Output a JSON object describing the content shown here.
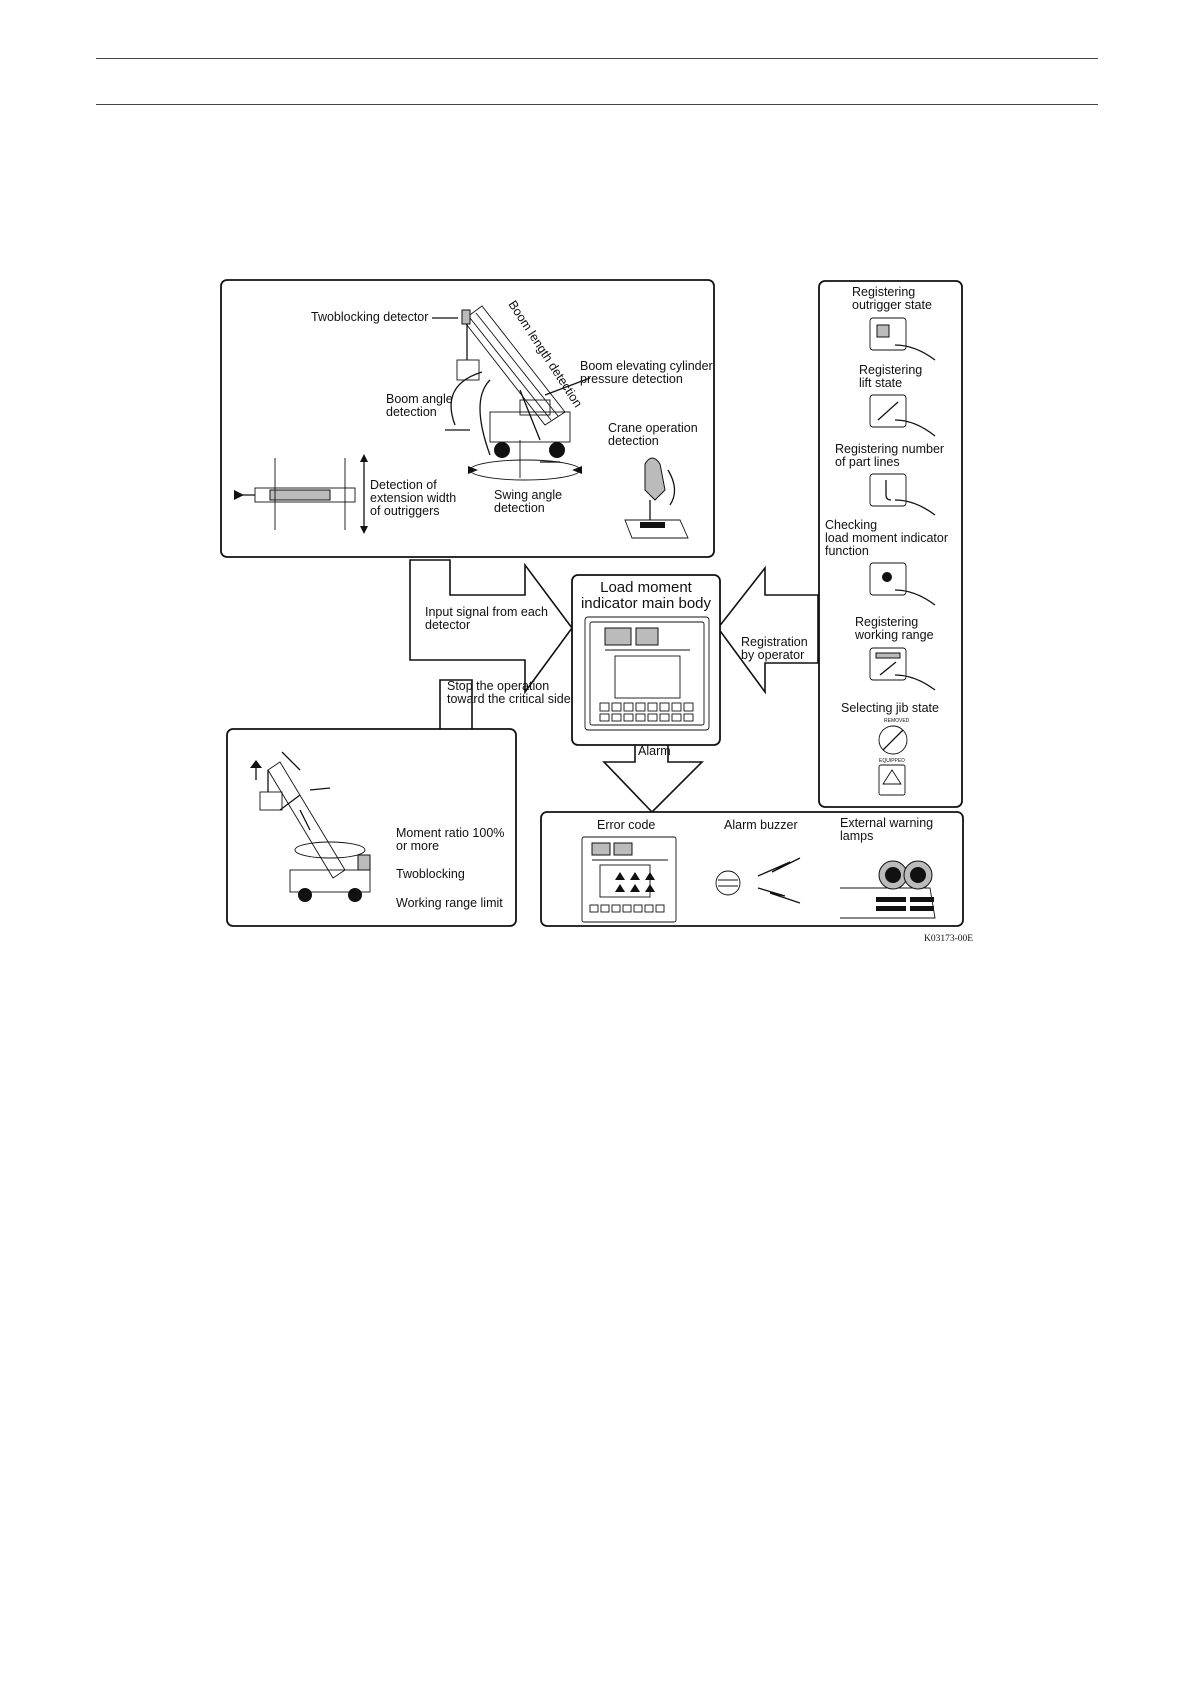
{
  "sensors": {
    "twoblocking_detector": "Twoblocking detector",
    "boom_length_detection": "Boom length detection",
    "boom_cylinder_pressure": [
      "Boom elevating cylinder",
      "pressure detection"
    ],
    "boom_angle": [
      "Boom angle",
      "detection"
    ],
    "crane_operation": [
      "Crane operation",
      "detection"
    ],
    "outrigger_width": [
      "Detection of",
      "extension width",
      "of outriggers"
    ],
    "swing_angle": [
      "Swing angle",
      "detection"
    ]
  },
  "flows": {
    "input_signal": [
      "Input signal from each",
      "detector"
    ],
    "stop_operation": [
      "Stop the operation",
      "toward the critical side"
    ],
    "alarm": "Alarm",
    "registration": [
      "Registration",
      "by operator"
    ]
  },
  "main_body": {
    "title": [
      "Load moment",
      "indicator main body"
    ]
  },
  "operator_panel": {
    "items": [
      [
        "Registering",
        "outrigger state"
      ],
      [
        "Registering",
        "lift state"
      ],
      [
        "Registering number",
        "of part lines"
      ],
      [
        "Checking",
        "load moment indicator",
        "function"
      ],
      [
        "Registering",
        "working range"
      ],
      [
        "Selecting jib state"
      ]
    ],
    "jib_removed": "REMOVED",
    "jib_equipped": "EQUIPPED"
  },
  "stop_conditions": {
    "items": [
      [
        "Moment ratio 100%",
        "or more"
      ],
      [
        "Twoblocking"
      ],
      [
        "Working range limit"
      ]
    ]
  },
  "alarms": {
    "error_code": "Error code",
    "buzzer": "Alarm buzzer",
    "lamps": [
      "External warning",
      "lamps"
    ]
  },
  "figure_code": "K03173-00E"
}
